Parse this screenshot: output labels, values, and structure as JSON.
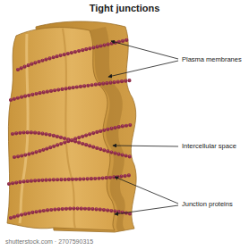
{
  "diagram": {
    "title": "Tight junctions",
    "labels": [
      "Plasma membranes",
      "Intercellular space",
      "Junction proteins",
      "shutterstock.com · 2707590315"
    ]
  }
}
